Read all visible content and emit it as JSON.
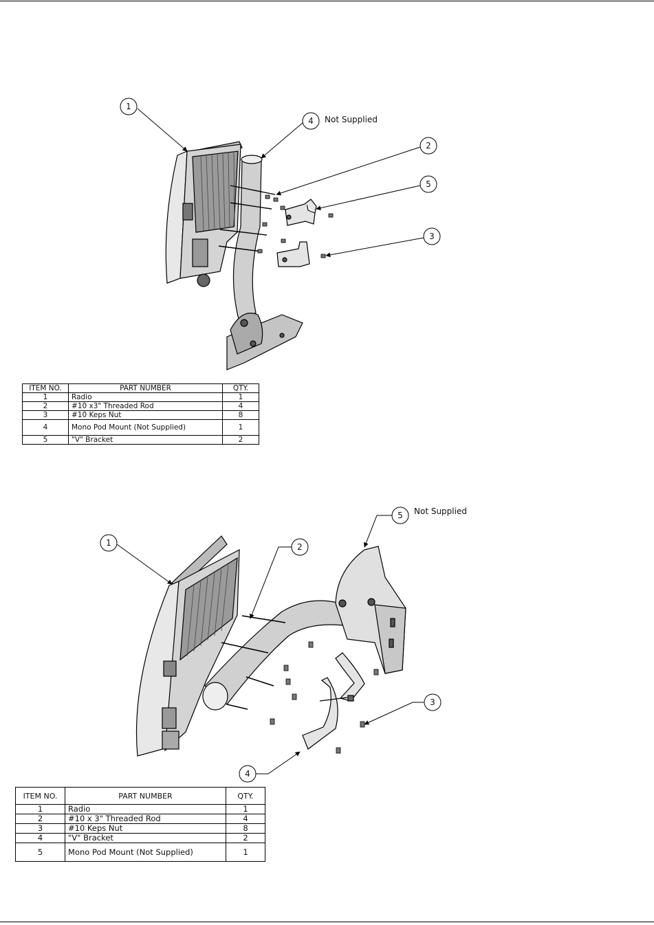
{
  "figure1": {
    "callouts": [
      "1",
      "2",
      "3",
      "4",
      "5"
    ],
    "note": "Not Supplied",
    "bom": {
      "headers": [
        "ITEM NO.",
        "PART NUMBER",
        "QTY."
      ],
      "rows": [
        [
          "1",
          "Radio",
          "1"
        ],
        [
          "2",
          "#10 x3\" Threaded Rod",
          "4"
        ],
        [
          "3",
          "#10 Keps Nut",
          "8"
        ],
        [
          "4",
          "Mono Pod Mount (Not Supplied)",
          "1"
        ],
        [
          "5",
          "\"V\" Bracket",
          "2"
        ]
      ]
    }
  },
  "figure2": {
    "callouts": [
      "1",
      "2",
      "3",
      "4",
      "5"
    ],
    "note": "Not Supplied",
    "bom": {
      "headers": [
        "ITEM NO.",
        "PART NUMBER",
        "QTY."
      ],
      "rows": [
        [
          "1",
          "Radio",
          "1"
        ],
        [
          "2",
          "#10 x 3\" Threaded Rod",
          "4"
        ],
        [
          "3",
          "#10 Keps Nut",
          "8"
        ],
        [
          "4",
          "\"V\" Bracket",
          "2"
        ],
        [
          "5",
          "Mono Pod Mount (Not Supplied)",
          "1"
        ]
      ]
    }
  }
}
